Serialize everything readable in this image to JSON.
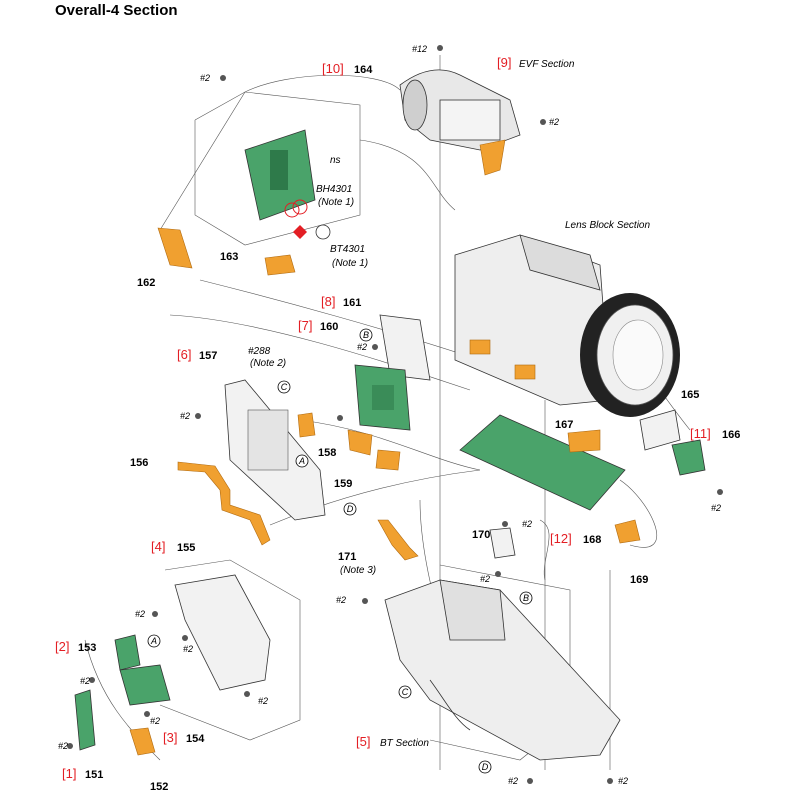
{
  "title": "Overall-4 Section",
  "refs": {
    "r1": "[1]",
    "r2": "[2]",
    "r3": "[3]",
    "r4": "[4]",
    "r5": "[5]",
    "r6": "[6]",
    "r7": "[7]",
    "r8": "[8]",
    "r9": "[9]",
    "r10": "[10]",
    "r11": "[11]",
    "r12": "[12]"
  },
  "parts": {
    "p151": "151",
    "p152": "152",
    "p153": "153",
    "p154": "154",
    "p155": "155",
    "p156": "156",
    "p157": "157",
    "p158": "158",
    "p159": "159",
    "p160": "160",
    "p161": "161",
    "p162": "162",
    "p163": "163",
    "p164": "164",
    "p165": "165",
    "p166": "166",
    "p167": "167",
    "p168": "168",
    "p169": "169",
    "p170": "170",
    "p171": "171"
  },
  "sections": {
    "evf": "EVF Section",
    "lens": "Lens Block Section",
    "bt": "BT Section"
  },
  "notes": {
    "ns": "ns",
    "bh4301": "BH4301",
    "note1a": "(Note 1)",
    "bt4301": "BT4301",
    "note1b": "(Note 1)",
    "s288": "#288",
    "note2": "(Note 2)",
    "note3": "(Note 3)"
  },
  "screws": {
    "s2": "#2",
    "s12": "#12"
  },
  "markers": {
    "a": "A",
    "b": "B",
    "c": "C",
    "d": "D"
  },
  "colors": {
    "pcb": "#4aa36a",
    "flex": "#f0a030",
    "ref_red": "#e31e24",
    "note_red": "#e31e24"
  }
}
